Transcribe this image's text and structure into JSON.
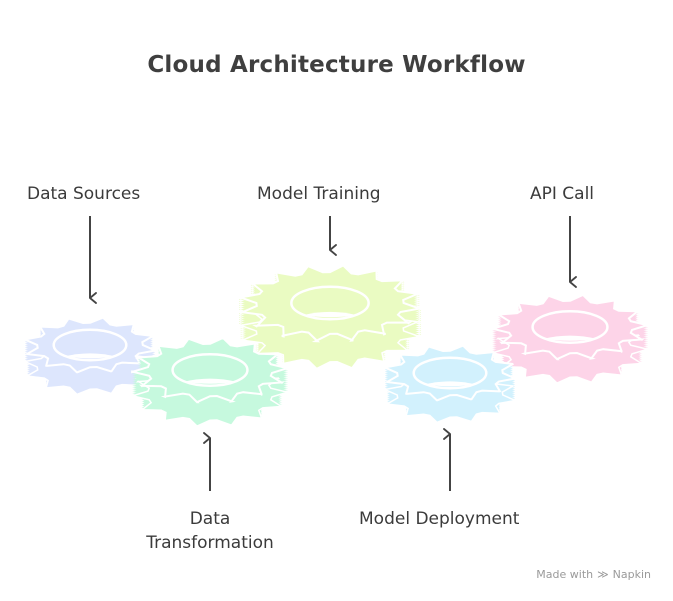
{
  "title": "Cloud Architecture Workflow",
  "steps": [
    {
      "label": "Data Sources",
      "color": "#dde6fd",
      "position": "top",
      "order": 1
    },
    {
      "label": "Data\nTransformation",
      "label_line1": "Data",
      "label_line2": "Transformation",
      "color": "#c6f9de",
      "position": "bottom",
      "order": 2
    },
    {
      "label": "Model Training",
      "color": "#eafbc2",
      "position": "top",
      "order": 3
    },
    {
      "label": "Model Deployment",
      "color": "#d2f1fd",
      "position": "bottom",
      "order": 4
    },
    {
      "label": "API Call",
      "color": "#fdd4e8",
      "position": "top",
      "order": 5
    }
  ],
  "footer": {
    "text": "Made with",
    "brand": "Napkin",
    "icon": "napkin-logo-icon"
  },
  "colors": {
    "text": "#3b3b3b",
    "arrow": "#444444",
    "footer": "#9a9a9a"
  }
}
